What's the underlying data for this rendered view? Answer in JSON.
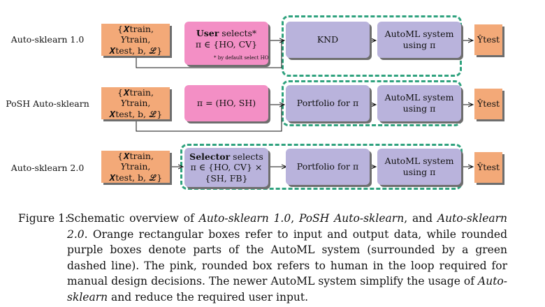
{
  "rows": [
    {
      "label": "Auto-sklearn 1.0",
      "input_line1": "{𝑿train, 𝑌train,",
      "input_line2": "𝑿test, b, ℒ}",
      "selector_bold": "User",
      "selector_rest": "selects*",
      "selector_line2": "π ∈ {HO, CV}",
      "selector_note": "* by default select HO",
      "stage": "KND",
      "automl_line1": "AutoML system",
      "automl_line2": "using π",
      "output": "Ŷtest"
    },
    {
      "label": "PoSH Auto-sklearn",
      "input_line1": "{𝑿train, 𝑌train,",
      "input_line2": "𝑿test, b, ℒ}",
      "selector_line1": "π = (HO, SH)",
      "stage": "Portfolio for π",
      "automl_line1": "AutoML system",
      "automl_line2": "using π",
      "output": "Ŷtest"
    },
    {
      "label": "Auto-sklearn 2.0",
      "input_line1": "{𝑿train, 𝑌train,",
      "input_line2": "𝑿test, b, ℒ}",
      "selector_bold": "Selector",
      "selector_rest": "selects",
      "selector_line2": "π ∈ {HO, CV} ×",
      "selector_line3": "{SH, FB}",
      "stage": "Portfolio for π",
      "automl_line1": "AutoML system",
      "automl_line2": "using π",
      "output": "Ŷtest"
    }
  ],
  "caption": {
    "lead": "Figure 1:",
    "p1": "Schematic overview of ",
    "i1": "Auto-sklearn 1.0",
    "p2": ", ",
    "i2": "PoSH Auto-sklearn",
    "p3": ", and ",
    "i3": "Auto-sklearn 2.0",
    "p4": ". Orange rectangular boxes refer to input and output data, while rounded purple boxes denote parts of the AutoML system (surrounded by a green dashed line). The pink, rounded box refers to human in the loop required for manual design decisions. The newer AutoML system simplify the usage of ",
    "i4": "Auto-sklearn",
    "p5": " and reduce the required user input."
  },
  "colors": {
    "orange": "#f3a978",
    "purple": "#b9b3dc",
    "pink": "#f38fc5",
    "green_dashed": "#2fa27e"
  }
}
